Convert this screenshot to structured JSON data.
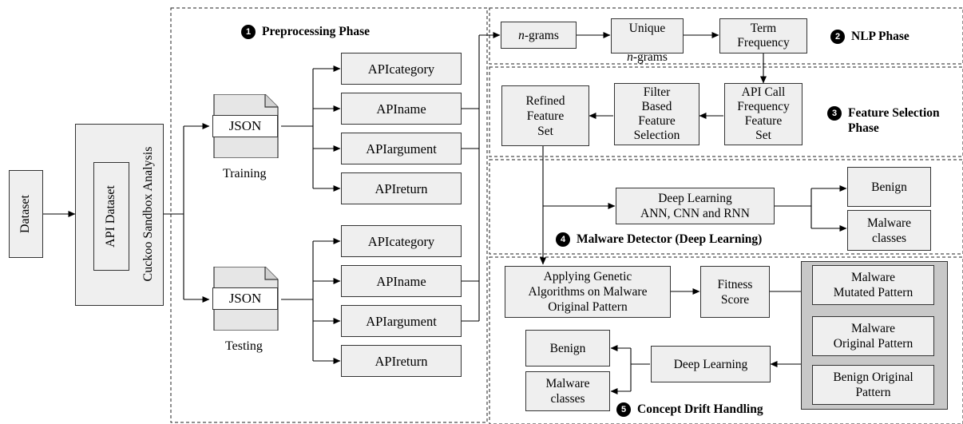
{
  "dataset": "Dataset",
  "cuckoo": "Cuckoo Sandbox Analysis",
  "api_dataset": "API Dataset",
  "training": {
    "file": "JSON",
    "caption": "Training"
  },
  "testing": {
    "file": "JSON",
    "caption": "Testing"
  },
  "api_train": [
    "APIcategory",
    "APIname",
    "APIargument",
    "APIreturn"
  ],
  "api_test": [
    "APIcategory",
    "APIname",
    "APIargument",
    "APIreturn"
  ],
  "phase1": {
    "num": "1",
    "label": "Preprocessing Phase"
  },
  "phase2": {
    "num": "2",
    "label": "NLP Phase"
  },
  "phase3": {
    "num": "3",
    "label": "Feature Selection\nPhase"
  },
  "phase4": {
    "num": "4",
    "label": "Malware Detector (Deep Learning)"
  },
  "phase5": {
    "num": "5",
    "label": "Concept Drift Handling"
  },
  "nlp": {
    "ngrams": "-grams",
    "ngrams_italic": "n",
    "unique_line1": "Unique",
    "unique_italic": "n",
    "unique_line2": "-grams",
    "tf": "Term\nFrequency"
  },
  "fs": {
    "refined": "Refined\nFeature\nSet",
    "filter": "Filter\nBased\nFeature\nSelection",
    "apicall": "API Call\nFrequency\nFeature\nSet"
  },
  "det": {
    "dl": "Deep Learning\nANN, CNN and RNN",
    "benign": "Benign",
    "malware": "Malware\nclasses"
  },
  "cd": {
    "ga": "Applying Genetic\nAlgorithms on Malware\nOriginal Pattern",
    "fitness": "Fitness\nScore",
    "mutated": "Malware\nMutated Pattern",
    "original": "Malware\nOriginal Pattern",
    "benign_orig": "Benign Original\nPattern",
    "dl": "Deep Learning",
    "benign": "Benign",
    "malware": "Malware\nclasses"
  }
}
